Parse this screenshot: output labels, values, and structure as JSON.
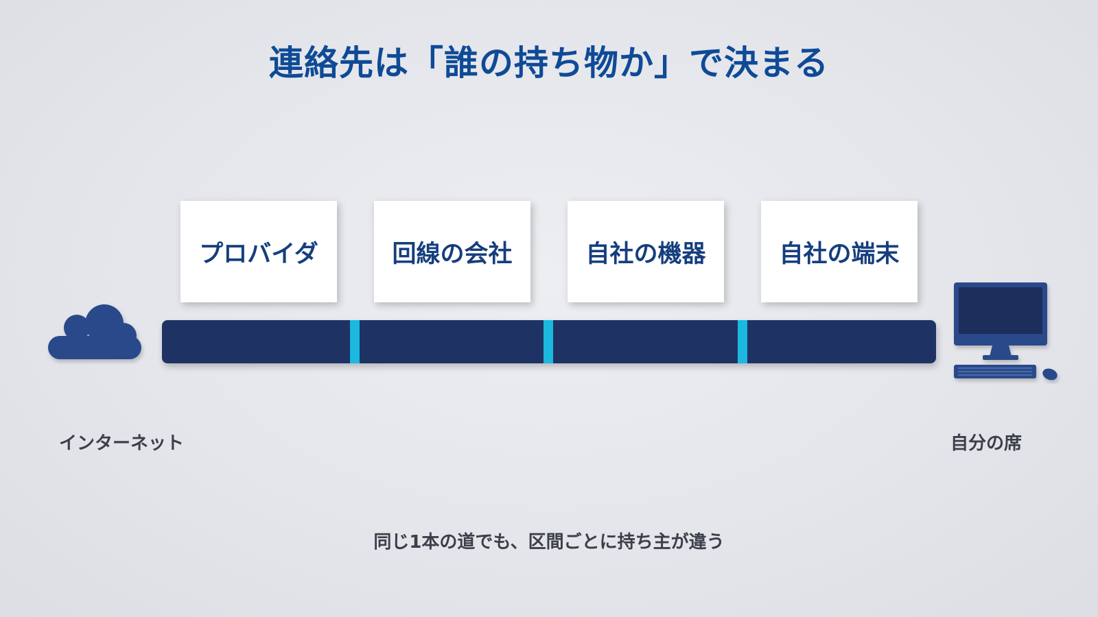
{
  "title": "連絡先は「誰の持ち物か」で決まる",
  "segments": [
    {
      "label": "プロバイダ"
    },
    {
      "label": "回線の会社"
    },
    {
      "label": "自社の機器"
    },
    {
      "label": "自社の端末"
    }
  ],
  "endpoints": {
    "left": {
      "label": "インターネット",
      "icon": "cloud-icon"
    },
    "right": {
      "label": "自分の席",
      "icon": "computer-icon"
    }
  },
  "caption": "同じ1本の道でも、区間ごとに持ち主が違う",
  "colors": {
    "title": "#0f4a96",
    "card_text": "#163e7e",
    "pipe": "#1e3364",
    "divider": "#1bb8df",
    "icon": "#2b4a8a",
    "background": "#e3e5ea"
  }
}
